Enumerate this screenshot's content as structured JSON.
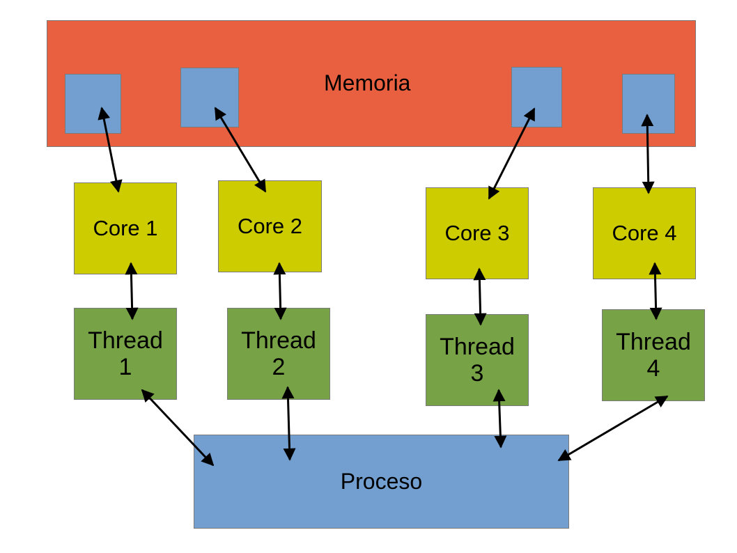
{
  "memory": {
    "label": "Memoria",
    "color": "#e8603f"
  },
  "cores": [
    {
      "label": "Core 1"
    },
    {
      "label": "Core 2"
    },
    {
      "label": "Core 3"
    },
    {
      "label": "Core 4"
    }
  ],
  "threads": [
    {
      "line1": "Thread",
      "line2": "1"
    },
    {
      "line1": "Thread",
      "line2": "2"
    },
    {
      "line1": "Thread",
      "line2": "3"
    },
    {
      "line1": "Thread",
      "line2": "4"
    }
  ],
  "process": {
    "label": "Proceso"
  },
  "colors": {
    "memory": "#e8603f",
    "memory_cell": "#729fcf",
    "core": "#cccc00",
    "thread": "#77a346",
    "process": "#729fcf",
    "arrow": "#000000"
  }
}
